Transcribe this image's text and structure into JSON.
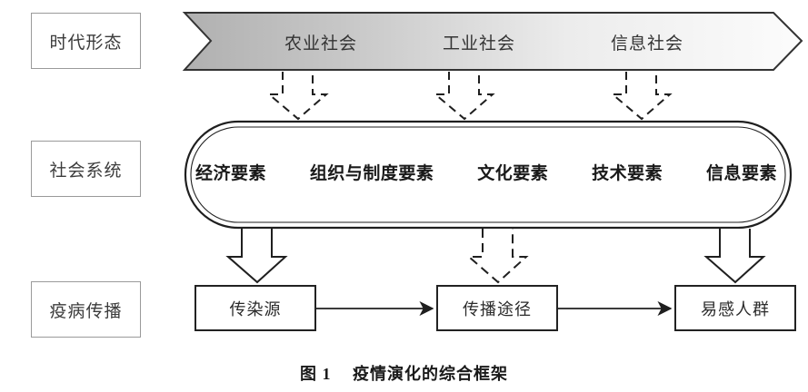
{
  "figure": {
    "caption_number": "图 1",
    "caption_text": "疫情演化的综合框架"
  },
  "rows": [
    {
      "id": "era",
      "label": "时代形态"
    },
    {
      "id": "system",
      "label": "社会系统"
    },
    {
      "id": "epidemic",
      "label": "疫病传播"
    }
  ],
  "era_banner": {
    "shape": "chevron-band",
    "gradient_from": "#b4b4b4",
    "gradient_to": "#fbfbfb",
    "border_color": "#3a3a3a",
    "stages": [
      {
        "label": "农业社会"
      },
      {
        "label": "工业社会"
      },
      {
        "label": "信息社会"
      }
    ]
  },
  "social_system": {
    "shape": "double-stroke-rounded-rect",
    "border_color": "#1f1f1f",
    "elements": [
      {
        "label": "经济要素"
      },
      {
        "label": "组织与制度要素"
      },
      {
        "label": "文化要素"
      },
      {
        "label": "技术要素"
      },
      {
        "label": "信息要素"
      }
    ]
  },
  "epidemic_chain": {
    "border_color": "#222222",
    "nodes": [
      {
        "label": "传染源"
      },
      {
        "label": "传播途径"
      },
      {
        "label": "易感人群"
      }
    ],
    "connector_style": "solid-line-with-solid-arrowhead"
  },
  "connectors": {
    "era_to_system": [
      {
        "style": "dashed-hollow-block-arrow",
        "direction": "down"
      },
      {
        "style": "dashed-hollow-block-arrow",
        "direction": "down"
      },
      {
        "style": "dashed-hollow-block-arrow",
        "direction": "down"
      }
    ],
    "system_to_epidemic": [
      {
        "style": "solid-hollow-block-arrow",
        "direction": "down"
      },
      {
        "style": "dashed-hollow-block-arrow",
        "direction": "down"
      },
      {
        "style": "solid-hollow-block-arrow",
        "direction": "down"
      }
    ]
  }
}
